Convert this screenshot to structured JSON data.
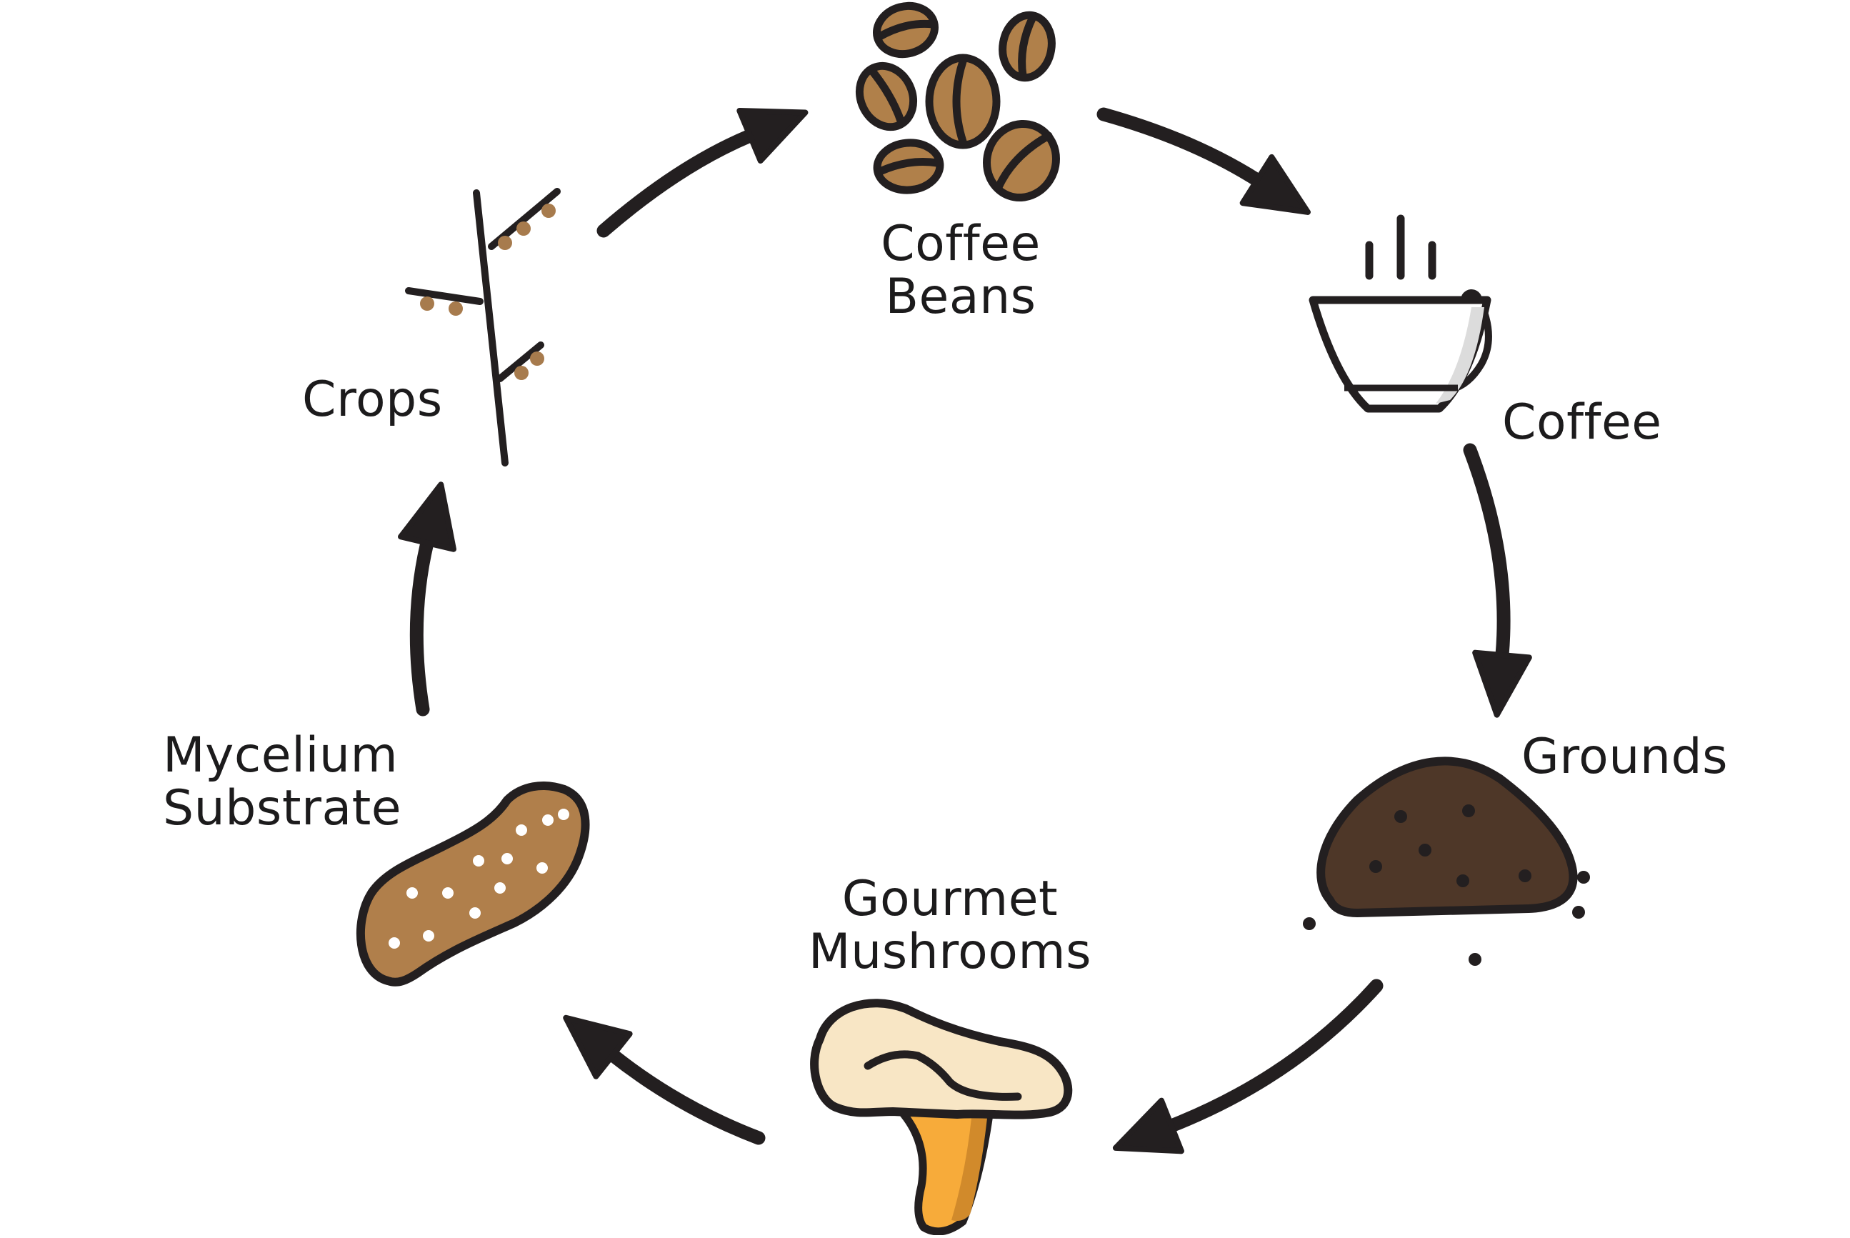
{
  "diagram": {
    "type": "cycle",
    "colors": {
      "outline": "#231f20",
      "bean": "#b0804a",
      "substrate": "#b07f4b",
      "grounds": "#4e3728",
      "mushroom_cap": "#f8e6c5",
      "mushroom_stem": "#f7ab3a",
      "cup_shadow": "#dcdcdc",
      "seed": "#a77b4d"
    },
    "nodes": [
      {
        "id": "coffee-beans",
        "line1": "Coffee",
        "line2": "Beans",
        "icon": "coffee-beans-icon"
      },
      {
        "id": "coffee",
        "label": "Coffee",
        "icon": "coffee-cup-icon"
      },
      {
        "id": "grounds",
        "label": "Grounds",
        "icon": "coffee-grounds-icon"
      },
      {
        "id": "gourmet-mushrooms",
        "line1": "Gourmet",
        "line2": "Mushrooms",
        "icon": "mushroom-icon"
      },
      {
        "id": "mycelium-substrate",
        "line1": "Mycelium",
        "line2": "Substrate",
        "icon": "mycelium-substrate-icon"
      },
      {
        "id": "crops",
        "label": "Crops",
        "icon": "crop-branch-icon"
      }
    ],
    "edges": [
      {
        "from": "crops",
        "to": "coffee-beans"
      },
      {
        "from": "coffee-beans",
        "to": "coffee"
      },
      {
        "from": "coffee",
        "to": "grounds"
      },
      {
        "from": "grounds",
        "to": "gourmet-mushrooms"
      },
      {
        "from": "gourmet-mushrooms",
        "to": "mycelium-substrate"
      },
      {
        "from": "mycelium-substrate",
        "to": "crops"
      }
    ]
  }
}
